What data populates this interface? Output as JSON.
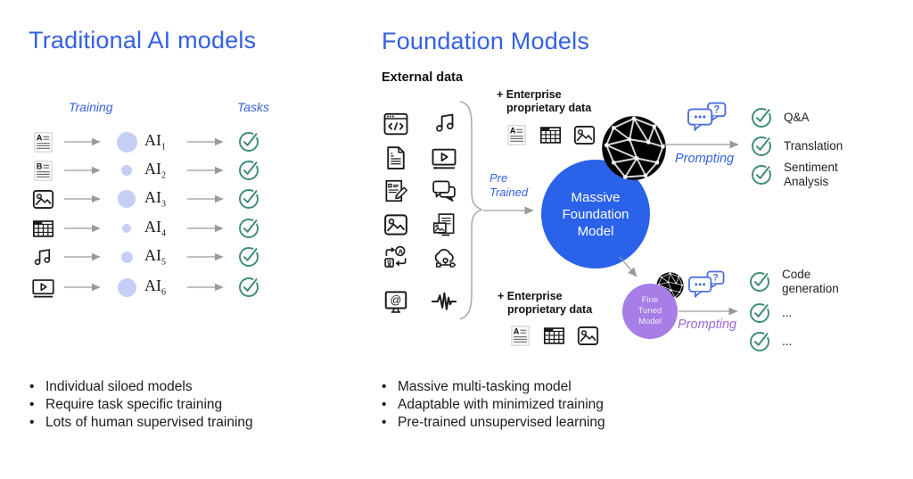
{
  "left": {
    "title": "Traditional AI models",
    "training_label": "Training",
    "tasks_label": "Tasks",
    "rows": [
      {
        "icon": "document-a-icon",
        "ai": "AI",
        "sub": "1"
      },
      {
        "icon": "document-b-icon",
        "ai": "AI",
        "sub": "2"
      },
      {
        "icon": "image-icon",
        "ai": "AI",
        "sub": "3"
      },
      {
        "icon": "table-icon",
        "ai": "AI",
        "sub": "4"
      },
      {
        "icon": "music-icon",
        "ai": "AI",
        "sub": "5"
      },
      {
        "icon": "video-icon",
        "ai": "AI",
        "sub": "6"
      }
    ],
    "bullets": [
      "Individual siloed models",
      "Require task specific training",
      "Lots of human supervised training"
    ]
  },
  "right": {
    "title": "Foundation Models",
    "external_data_label": "External data",
    "pre_trained": {
      "line1": "Pre",
      "line2": "Trained"
    },
    "enterprise_top": {
      "line1": "+ Enterprise",
      "line2": "proprietary data"
    },
    "enterprise_bottom": {
      "line1": "+ Enterprise",
      "line2": "proprietary data"
    },
    "massive_model": {
      "line1": "Massive",
      "line2": "Foundation",
      "line3": "Model"
    },
    "fine_tuned_model": {
      "line1": "Fine",
      "line2": "Tuned",
      "line3": "Model"
    },
    "prompting_top_label": "Prompting",
    "prompting_bottom_label": "Prompting",
    "outputs_top": [
      "Q&A",
      "Translation",
      "Sentiment Analysis"
    ],
    "outputs_bottom": [
      "Code generation",
      "...",
      "..."
    ],
    "bullets": [
      "Massive multi-tasking model",
      "Adaptable with minimized training",
      "Pre-trained unsupervised learning"
    ]
  },
  "colors": {
    "heading_blue": "#3561e2",
    "accent_blue": "#3561e2",
    "chat_blue": "#4a6ee0",
    "massive_blue": "#2a62e9",
    "finetuned_purple": "#a77ee8",
    "prompting_purple": "#9d66d9",
    "check_green": "#3d8b77",
    "training_circle": "#c5cff5",
    "arrow_gray": "#9a9a9a"
  }
}
